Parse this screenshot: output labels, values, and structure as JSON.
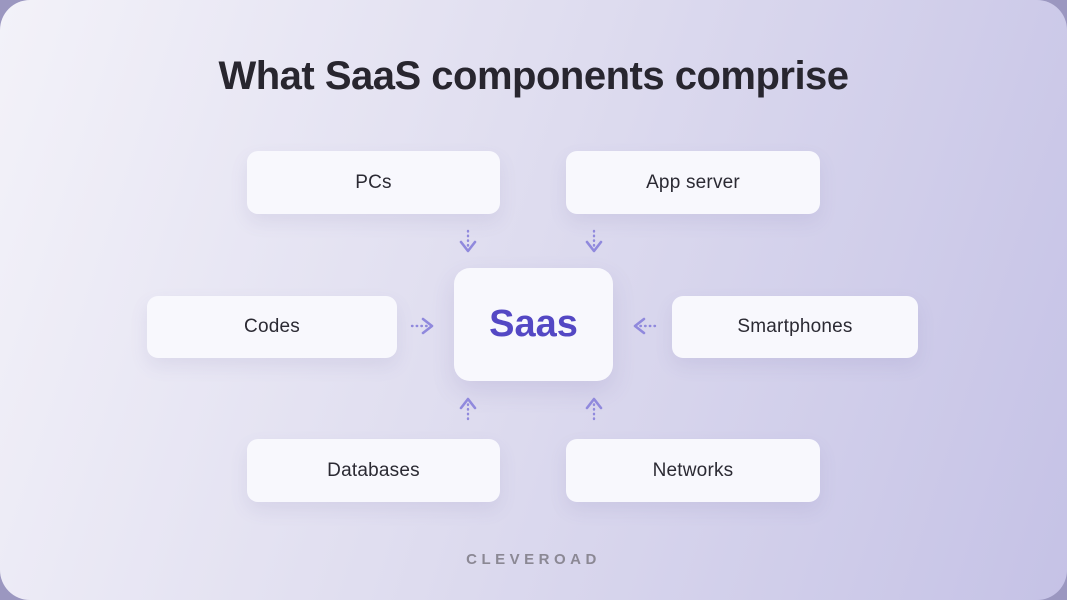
{
  "page": {
    "title": "What SaaS components comprise",
    "brand": "CLEVEROAD"
  },
  "diagram": {
    "center": {
      "label": "Saas"
    },
    "nodes": [
      {
        "id": "pcs",
        "label": "PCs"
      },
      {
        "id": "app-server",
        "label": "App server"
      },
      {
        "id": "codes",
        "label": "Codes"
      },
      {
        "id": "smartphones",
        "label": "Smartphones"
      },
      {
        "id": "databases",
        "label": "Databases"
      },
      {
        "id": "networks",
        "label": "Networks"
      }
    ],
    "arrows": [
      {
        "from": "pcs",
        "to": "center",
        "direction": "down"
      },
      {
        "from": "app-server",
        "to": "center",
        "direction": "down"
      },
      {
        "from": "codes",
        "to": "center",
        "direction": "right"
      },
      {
        "from": "smartphones",
        "to": "center",
        "direction": "left"
      },
      {
        "from": "databases",
        "to": "center",
        "direction": "up"
      },
      {
        "from": "networks",
        "to": "center",
        "direction": "up"
      }
    ]
  },
  "colors": {
    "bg_gradient_start": "#f3f2f9",
    "bg_gradient_mid": "#dedcef",
    "bg_gradient_end": "#c5c2e6",
    "outer_background": "#9b97c0",
    "box_background": "#f8f8fd",
    "box_text": "#2b2a33",
    "title_text": "#28262f",
    "accent_text": "#5448c4",
    "arrow": "#9089dd",
    "brand_text": "#8b8894"
  }
}
